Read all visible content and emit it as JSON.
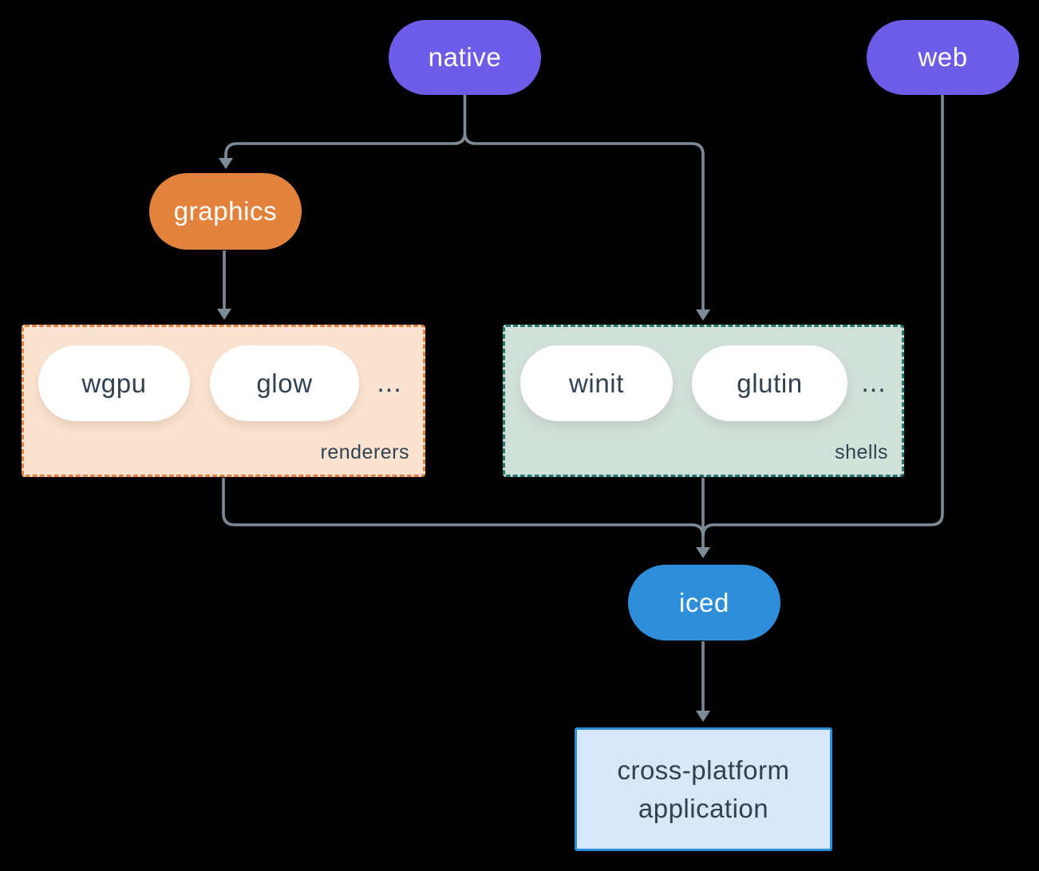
{
  "nodes": {
    "native": {
      "label": "native"
    },
    "web": {
      "label": "web"
    },
    "graphics": {
      "label": "graphics"
    },
    "iced": {
      "label": "iced"
    },
    "application": {
      "line1": "cross-platform",
      "line2": "application"
    }
  },
  "groups": {
    "renderers": {
      "label": "renderers",
      "items": [
        "wgpu",
        "glow"
      ],
      "ellipsis": "..."
    },
    "shells": {
      "label": "shells",
      "items": [
        "winit",
        "glutin"
      ],
      "ellipsis": "..."
    }
  },
  "colors": {
    "background": "#000000",
    "purple": "#6c5ce7",
    "orange": "#e2823d",
    "orange_fill": "#fae3d0",
    "teal": "#20796a",
    "teal_fill": "#d2e0da",
    "blue": "#2e8ed9",
    "blue_fill": "#d7e8f8",
    "pill_fill": "#ffffff",
    "ink": "#324150",
    "line": "#7d8b98"
  }
}
